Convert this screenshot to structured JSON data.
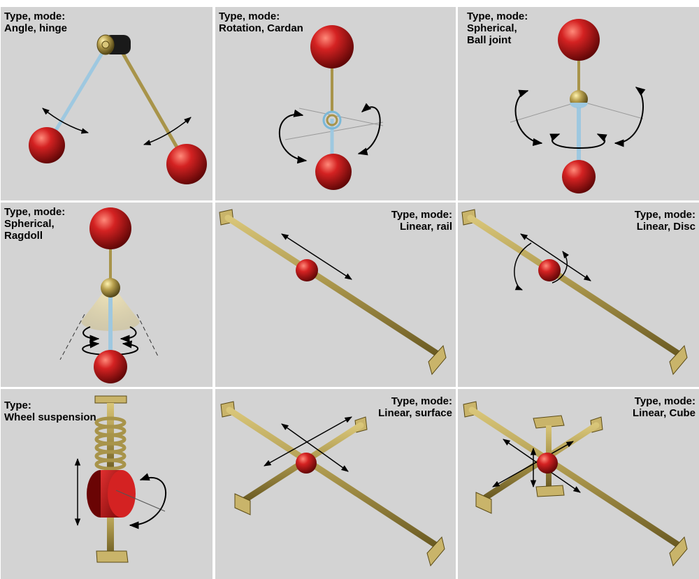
{
  "colors": {
    "background": "#d3d3d3",
    "gold": "#a8944a",
    "red": "#c8191b",
    "blue": "#9ec8e0",
    "arrow": "#000000"
  },
  "cells": [
    {
      "id": "hinge",
      "label": "Type, mode:\nAngle, hinge"
    },
    {
      "id": "cardan",
      "label": "Type, mode:\nRotation, Cardan"
    },
    {
      "id": "ball-joint",
      "label": "Type, mode:\nSpherical,\nBall joint"
    },
    {
      "id": "ragdoll",
      "label": "Type, mode:\nSpherical,\nRagdoll"
    },
    {
      "id": "rail",
      "label": "Type, mode:\nLinear, rail"
    },
    {
      "id": "disc",
      "label": "Type, mode:\nLinear, Disc"
    },
    {
      "id": "wheel-suspension",
      "label": "Type:\nWheel suspension"
    },
    {
      "id": "surface",
      "label": "Type, mode:\nLinear, surface"
    },
    {
      "id": "cube",
      "label": "Type, mode:\nLinear, Cube"
    }
  ]
}
